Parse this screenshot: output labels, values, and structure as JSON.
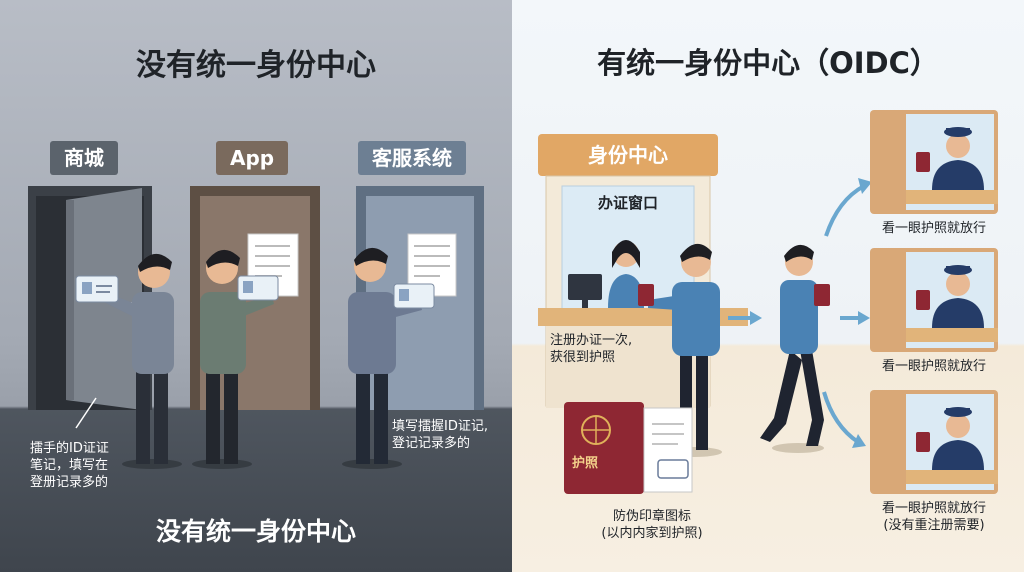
{
  "left": {
    "title": "没有统一身份中心",
    "doors": [
      {
        "label": "商城",
        "color": "#5b636c"
      },
      {
        "label": "App",
        "color": "#7a6a5d"
      },
      {
        "label": "客服系统",
        "color": "#6d7f93"
      }
    ],
    "note_left": "擂手的ID证证\n笔记，填写在\n登册记录多的",
    "note_right": "填写擂握ID证记,\n登记记录多的",
    "bottom_title": "没有统一身份中心"
  },
  "right": {
    "title": "有统一身份中心（OIDC）",
    "booth_sign": "身份中心",
    "booth_window": "办证窗口",
    "register_note": "注册办证一次,\n获很到护照",
    "passport_label": "护照",
    "passport_caption": "防伪印章图标\n(以内内家到护照)",
    "checkpoints": [
      {
        "caption": "看一眼护照就放行"
      },
      {
        "caption": "看一眼护照就放行"
      },
      {
        "caption": "看一眼护照就放行\n(没有重注册需要)"
      }
    ]
  },
  "colors": {
    "sign_orange": "#e1a765",
    "shirt_blue": "#4a82b4",
    "passport_red": "#8e2733",
    "guard_navy": "#253c68",
    "arrow_blue": "#6aa7cf"
  }
}
